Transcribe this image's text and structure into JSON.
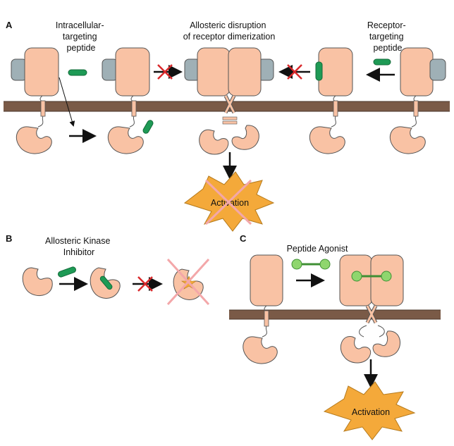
{
  "panels": {
    "a": {
      "letter": "A",
      "labels": {
        "intracellular_peptide": [
          "Intracellular-",
          "targeting",
          "peptide"
        ],
        "allosteric_disruption": [
          "Allosteric disruption",
          "of receptor dimerization"
        ],
        "receptor_peptide": [
          "Receptor-",
          "targeting",
          "peptide"
        ]
      },
      "activation": "Activation"
    },
    "b": {
      "letter": "B",
      "labels": {
        "kinase_inhibitor": [
          "Allosteric Kinase",
          "Inhibitor"
        ]
      }
    },
    "c": {
      "letter": "C",
      "labels": {
        "peptide_agonist": "Peptide Agonist"
      },
      "activation": "Activation"
    }
  },
  "colors": {
    "receptor": "#f9c2a4",
    "outline": "#555555",
    "ligand": "#9fb0b6",
    "membrane": "#7a5a47",
    "peptide": "#1e9a55",
    "agonist": "#8fd66e",
    "block": "#d9292b",
    "star": "#f4a93a"
  }
}
